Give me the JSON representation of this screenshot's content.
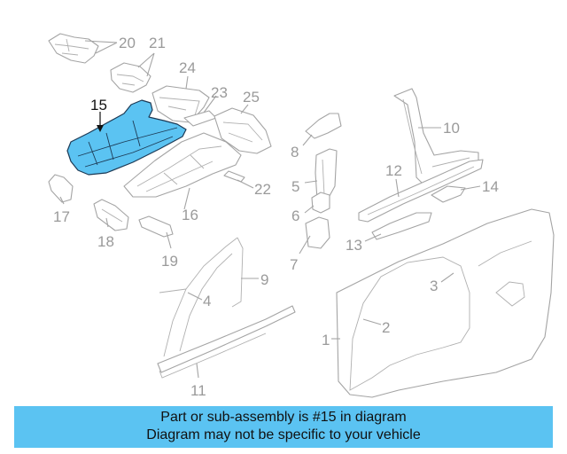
{
  "diagram": {
    "callouts": [
      "20",
      "21",
      "24",
      "23",
      "25",
      "15",
      "10",
      "8",
      "12",
      "14",
      "5",
      "22",
      "6",
      "16",
      "17",
      "18",
      "13",
      "7",
      "19",
      "9",
      "4",
      "3",
      "2",
      "1",
      "11"
    ],
    "highlighted_part": "15"
  },
  "banner": {
    "line1": "Part or sub-assembly is #15 in diagram",
    "line2": "Diagram may not be specific to your vehicle"
  },
  "colors": {
    "highlight": "#5bc3f2",
    "banner": "#5bc3f2",
    "line": "#a4a4a4",
    "callout_text": "#9a9a9a",
    "highlight_text": "#111111"
  }
}
